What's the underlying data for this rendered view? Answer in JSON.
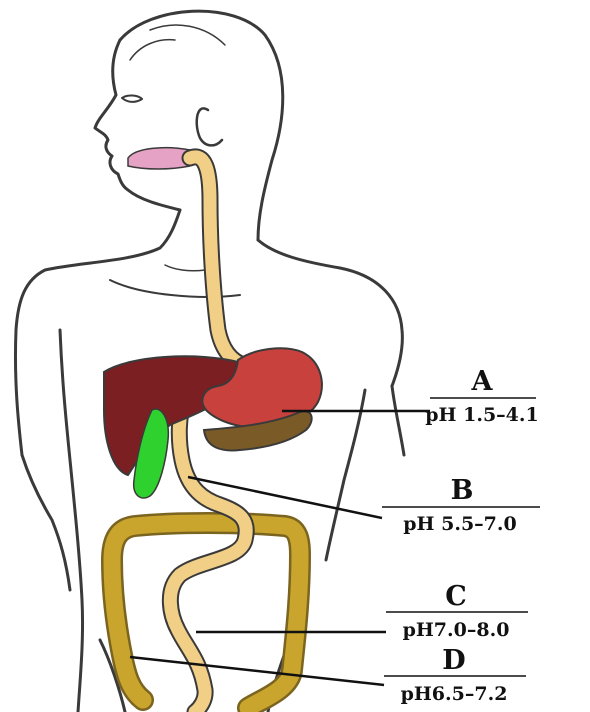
{
  "labels": [
    {
      "letter": "A",
      "ph": "pH 1.5–4.1"
    },
    {
      "letter": "B",
      "ph": "pH 5.5–7.0"
    },
    {
      "letter": "C",
      "ph": "pH7.0–8.0"
    },
    {
      "letter": "D",
      "ph": "pH6.5–7.2"
    }
  ],
  "colors": {
    "outline": "#3a3a3a",
    "esophagus": "#f2cf86",
    "liver": "#7b1f22",
    "stomach": "#c9413d",
    "gallbladder": "#2fd12f",
    "pancreas": "#7a5a26",
    "large_intestine": "#c9a52e",
    "small_intestine": "#f2cf86",
    "mouth": "#e6a2c4"
  }
}
